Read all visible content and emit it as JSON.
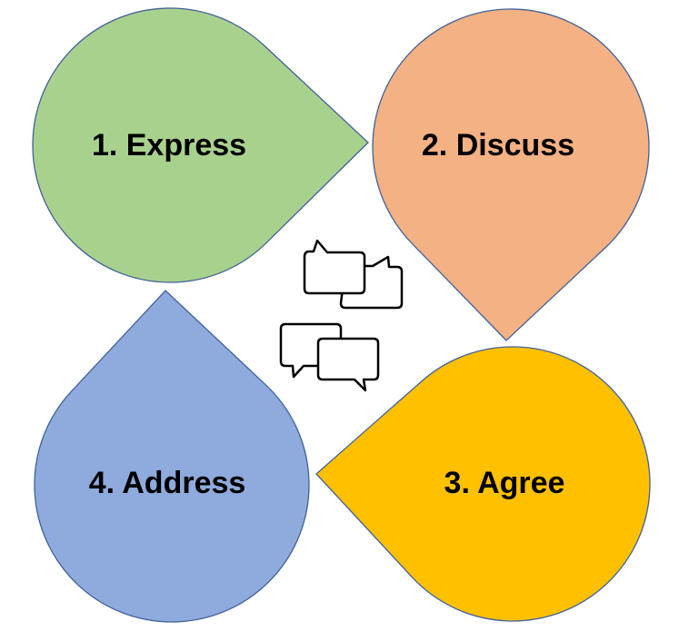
{
  "steps": [
    {
      "label": "1. Express",
      "color": "#A9D18E"
    },
    {
      "label": "2. Discuss",
      "color": "#F4B183"
    },
    {
      "label": "3. Agree",
      "color": "#FFC000"
    },
    {
      "label": "4. Address",
      "color": "#8FAADC"
    }
  ],
  "outline_color": "#41619A",
  "center_icon": "conversation-bubbles-icon"
}
